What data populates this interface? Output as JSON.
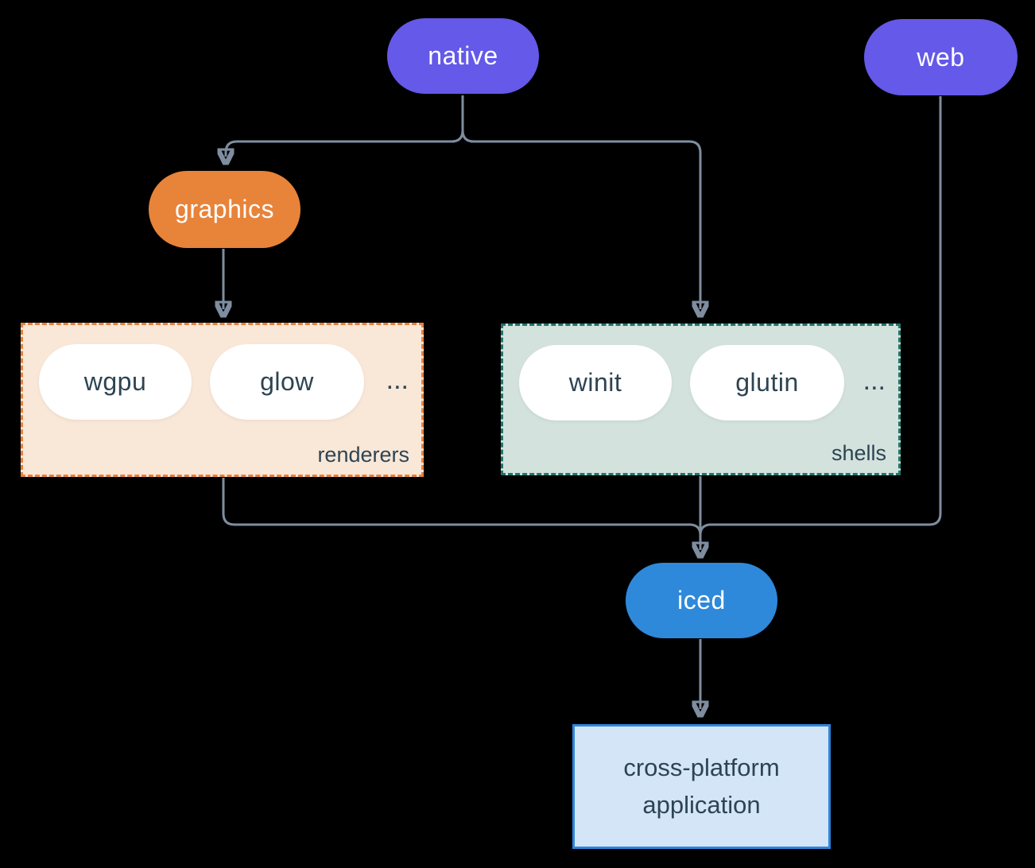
{
  "diagram": {
    "nodes": {
      "native": "native",
      "web": "web",
      "graphics": "graphics",
      "iced": "iced"
    },
    "groups": {
      "renderers": {
        "label": "renderers",
        "pills": [
          "wgpu",
          "glow"
        ],
        "ellipsis": "..."
      },
      "shells": {
        "label": "shells",
        "pills": [
          "winit",
          "glutin"
        ],
        "ellipsis": "..."
      }
    },
    "application": {
      "line1": "cross-platform",
      "line2": "application"
    },
    "colors": {
      "background": "#000000",
      "node_purple": "#6459e8",
      "node_orange": "#e8833a",
      "node_blue": "#2e89db",
      "inner_pill_fill": "#ffffff",
      "renderers_fill": "#f9e7d8",
      "renderers_border": "#e8823a",
      "shells_fill": "#d3e2dd",
      "shells_border": "#20756a",
      "application_fill": "#d3e5f7",
      "application_border": "#2e86db",
      "pill_text": "#ffffff",
      "dark_text": "#2d4452",
      "connector": "#7e8ea0"
    }
  }
}
